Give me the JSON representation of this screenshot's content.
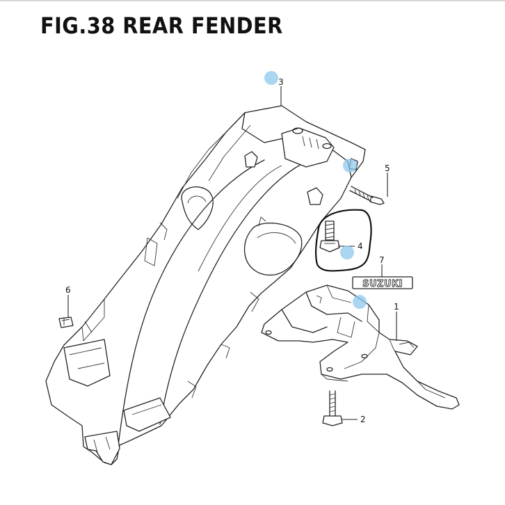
{
  "title": "FIG.38 REAR FENDER",
  "callouts": {
    "c1": "1",
    "c2": "2",
    "c3": "3",
    "c4": "4",
    "c5": "5",
    "c6": "6",
    "c7": "7"
  },
  "emblem_text": "SUZUKI",
  "colors": {
    "highlight_dot": "#8ec8ee",
    "line": "#222222",
    "background": "#ffffff"
  }
}
